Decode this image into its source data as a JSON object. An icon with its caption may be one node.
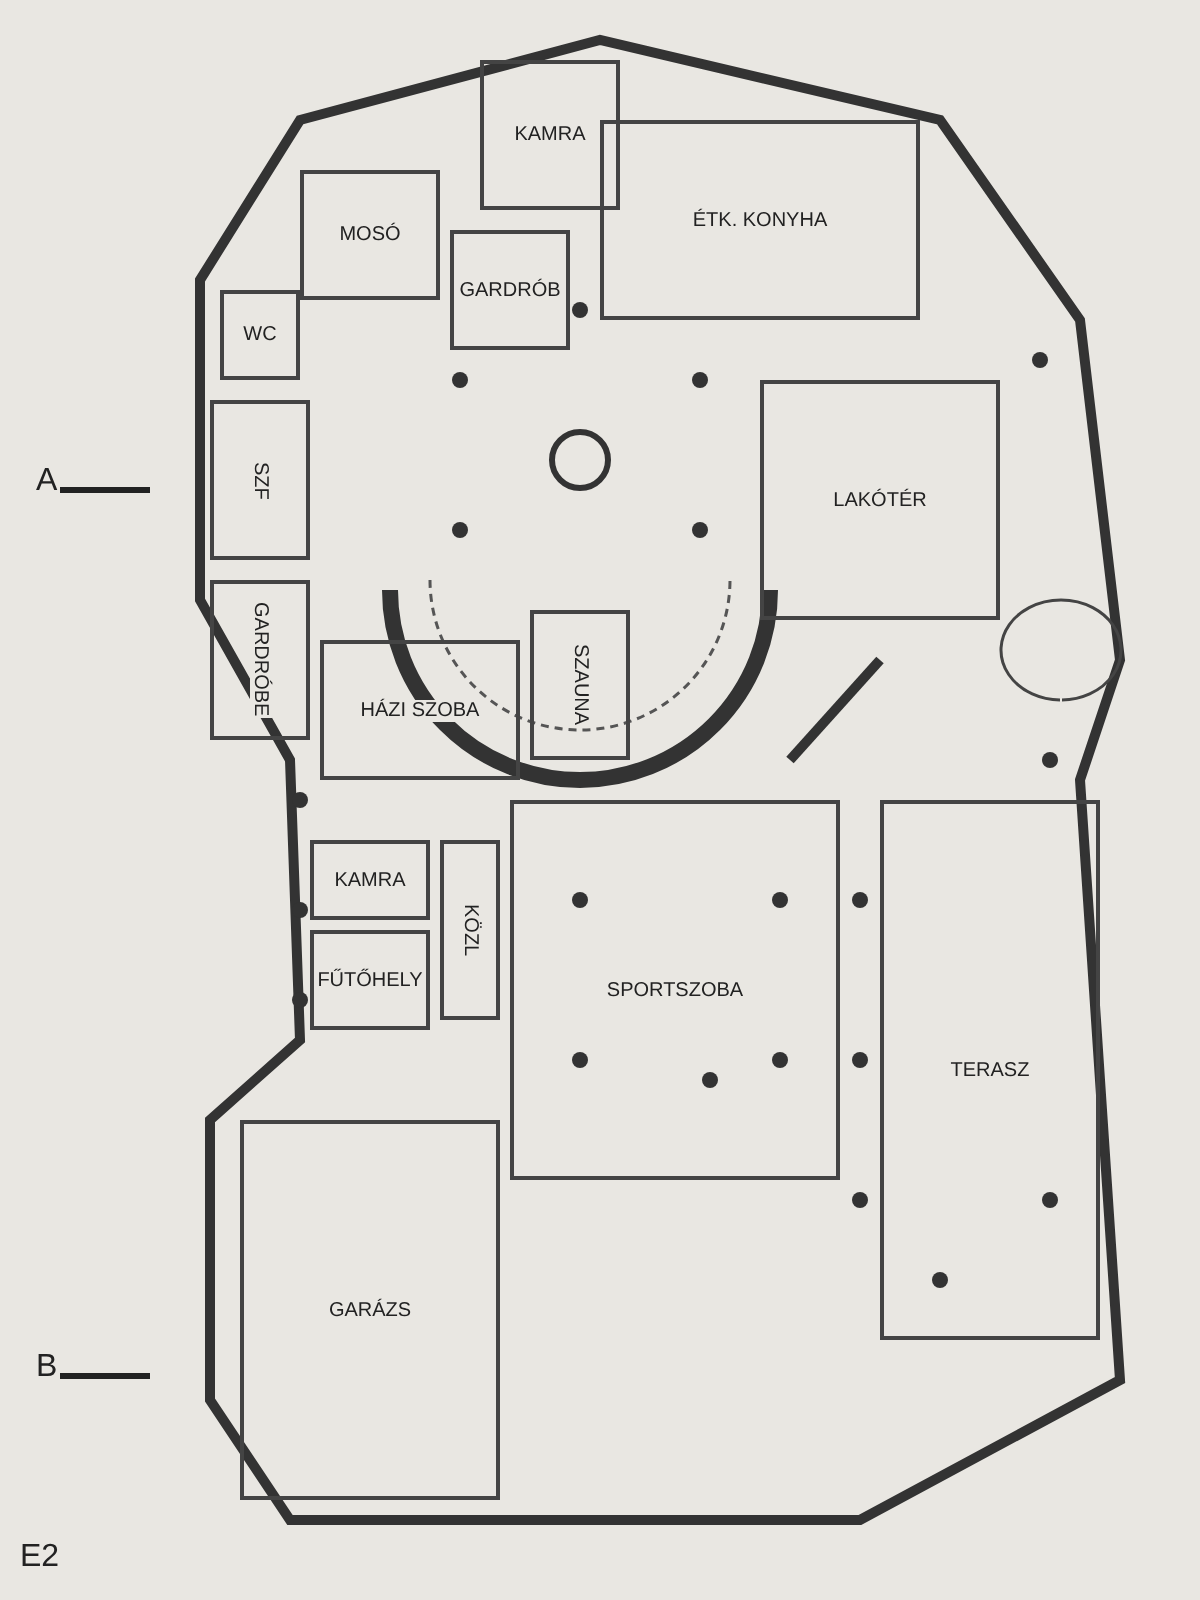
{
  "diagram": {
    "nodes": [
      {
        "text": [
          "KAMRA"
        ]
      },
      {
        "text": [
          "MOSÓ"
        ]
      },
      {
        "text": [
          "GARDRÓB"
        ]
      },
      {
        "text": [
          "WC"
        ]
      },
      {
        "text": [
          "SZF"
        ]
      },
      {
        "text": [
          "ÉTK. KONYHA"
        ]
      },
      {
        "text": [
          "LAKÓTÉR"
        ]
      },
      {
        "text": [
          "GARDRÓBE"
        ]
      },
      {
        "text": [
          "HÁZI SZOBA"
        ]
      },
      {
        "text": [
          "SZAUNA"
        ]
      },
      {
        "text": [
          "KAMRA"
        ]
      },
      {
        "text": [
          "KÖZL"
        ]
      },
      {
        "text": [
          "FŰTŐHELY"
        ]
      },
      {
        "text": [
          "SPORTSZOBA"
        ]
      },
      {
        "text": [
          "TERASZ"
        ]
      },
      {
        "text": [
          "GARÁZS"
        ]
      }
    ],
    "edges": [],
    "labels": [
      "A",
      "B",
      "E2"
    ]
  }
}
